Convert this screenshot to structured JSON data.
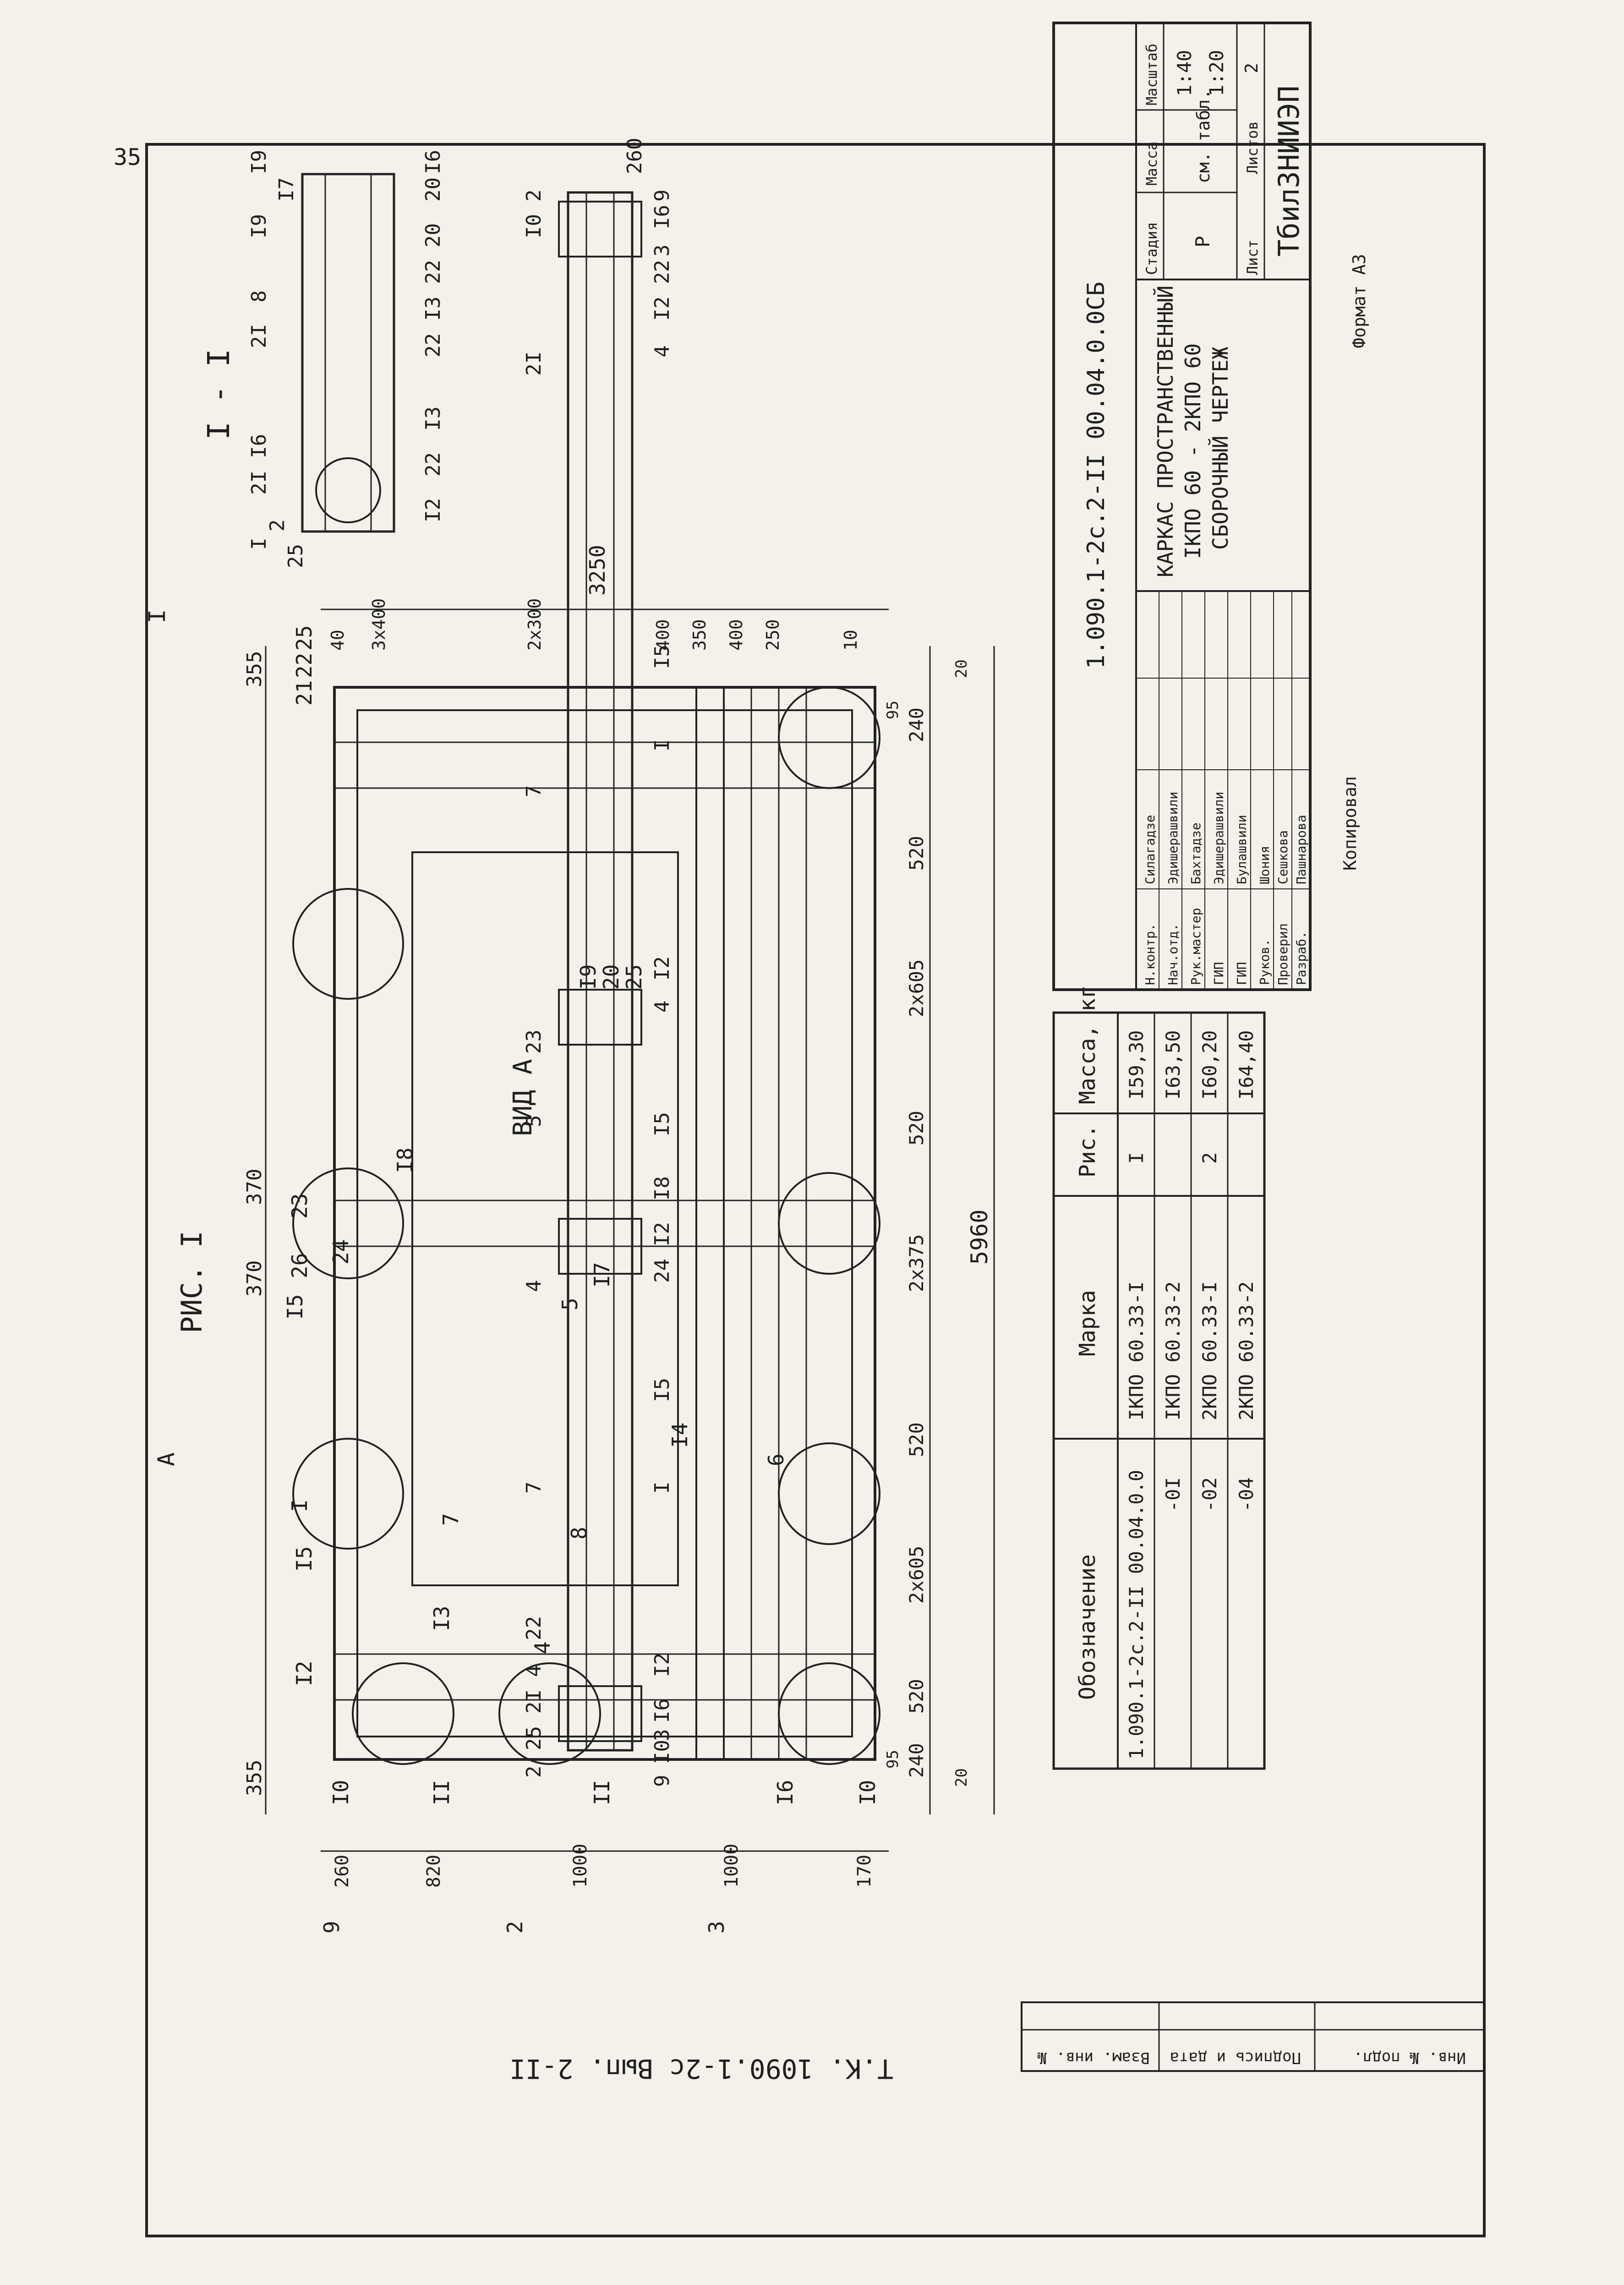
{
  "sheet": {
    "page_mark": "35",
    "fig_title": "РИС. I",
    "section_title": "I - I",
    "view_title": "ВИД А",
    "arrow_a": "A",
    "cut_i": "I",
    "bottom_ref": "Т.К. 1090.1-2с  Вып. 2-II",
    "format": "Формат А3",
    "copied": "Копировал"
  },
  "plan": {
    "dims_top": [
      "355",
      "370",
      "370",
      "355"
    ],
    "dims_top_total": "5960",
    "dims_bottom": [
      "240",
      "520",
      "2х605",
      "520",
      "2х375",
      "520",
      "2х605",
      "520",
      "240"
    ],
    "dims_bottom_small": [
      "95",
      "95",
      "20",
      "20"
    ],
    "dims_left": [
      "260",
      "820",
      "1000",
      "1000",
      "170"
    ],
    "dims_right": [
      "3250",
      "3х400",
      "40",
      "2х300",
      "400",
      "350",
      "400",
      "250",
      "10"
    ],
    "markers": [
      "I0",
      "II",
      "II",
      "I6",
      "I0",
      "9",
      "2",
      "3",
      "I2",
      "I3",
      "I5",
      "I",
      "7",
      "4",
      "8",
      "6",
      "I4",
      "5",
      "I7",
      "26",
      "I5",
      "24",
      "23",
      "I8",
      "I9",
      "20",
      "25",
      "21",
      "22",
      "25"
    ]
  },
  "section": {
    "labels": [
      "2",
      "25",
      "I",
      "2I",
      "I6",
      "2I",
      "8",
      "I9",
      "I9",
      "I7",
      "I6",
      "20",
      "20",
      "22",
      "I3",
      "22",
      "I3",
      "22",
      "I2"
    ]
  },
  "view": {
    "labels": [
      "2",
      "25",
      "2I",
      "4",
      "22",
      "I2",
      "I6",
      "3",
      "I0",
      "9",
      "7",
      "I",
      "I5",
      "4",
      "24",
      "I2",
      "I8",
      "I5",
      "5",
      "23",
      "4",
      "I2",
      "7",
      "I",
      "I5",
      "2I",
      "4",
      "I2",
      "22",
      "3",
      "I6",
      "9",
      "I0",
      "2"
    ],
    "dim": "260"
  },
  "spec_table": {
    "headers": [
      "Обозначение",
      "Марка",
      "Рис.",
      "Масса, кг"
    ],
    "rows": [
      [
        "1.090.1-2с.2-II 00.04.0.0",
        "IКПО 60.33-I",
        "I",
        "I59,30"
      ],
      [
        "-0I",
        "IКПО 60.33-2",
        "",
        "I63,50"
      ],
      [
        "-02",
        "2КПО 60.33-I",
        "2",
        "I60,20"
      ],
      [
        "-04",
        "2КПО 60.33-2",
        "",
        "I64,40"
      ]
    ]
  },
  "title_block": {
    "doc_code": "1.090.1-2с.2-II 00.04.0.0СБ",
    "name": [
      "КАРКАС ПРОСТРАНСТВЕННЫЙ",
      "IКПО 60 - 2КПО 60",
      "СБОРОЧНЫЙ ЧЕРТЕЖ"
    ],
    "col_headers": [
      "Стадия",
      "Масса",
      "Масштаб"
    ],
    "stage": "Р",
    "mass": "см. табл.",
    "scale": [
      "1:40",
      "1:20"
    ],
    "sheet_label": "Лист",
    "sheets_label": "Листов",
    "sheets_count": "2",
    "org": "ТбилЗНИИЭП",
    "roles": [
      "Н.контр.",
      "Нач.отд.",
      "Рук.мастер",
      "ГИП",
      "ГИП",
      "Руков.",
      "Проверил",
      "Разраб."
    ],
    "people": [
      "Силагадзе",
      "Эдишерашвили",
      "Бахтадзе",
      "Эдишерашвили",
      "Булашвили",
      "Шония",
      "Сешкова",
      "Пашнарова"
    ]
  },
  "side_strip": [
    "Инв. № подл.",
    "Подпись и дата",
    "Взам. инв. №"
  ]
}
